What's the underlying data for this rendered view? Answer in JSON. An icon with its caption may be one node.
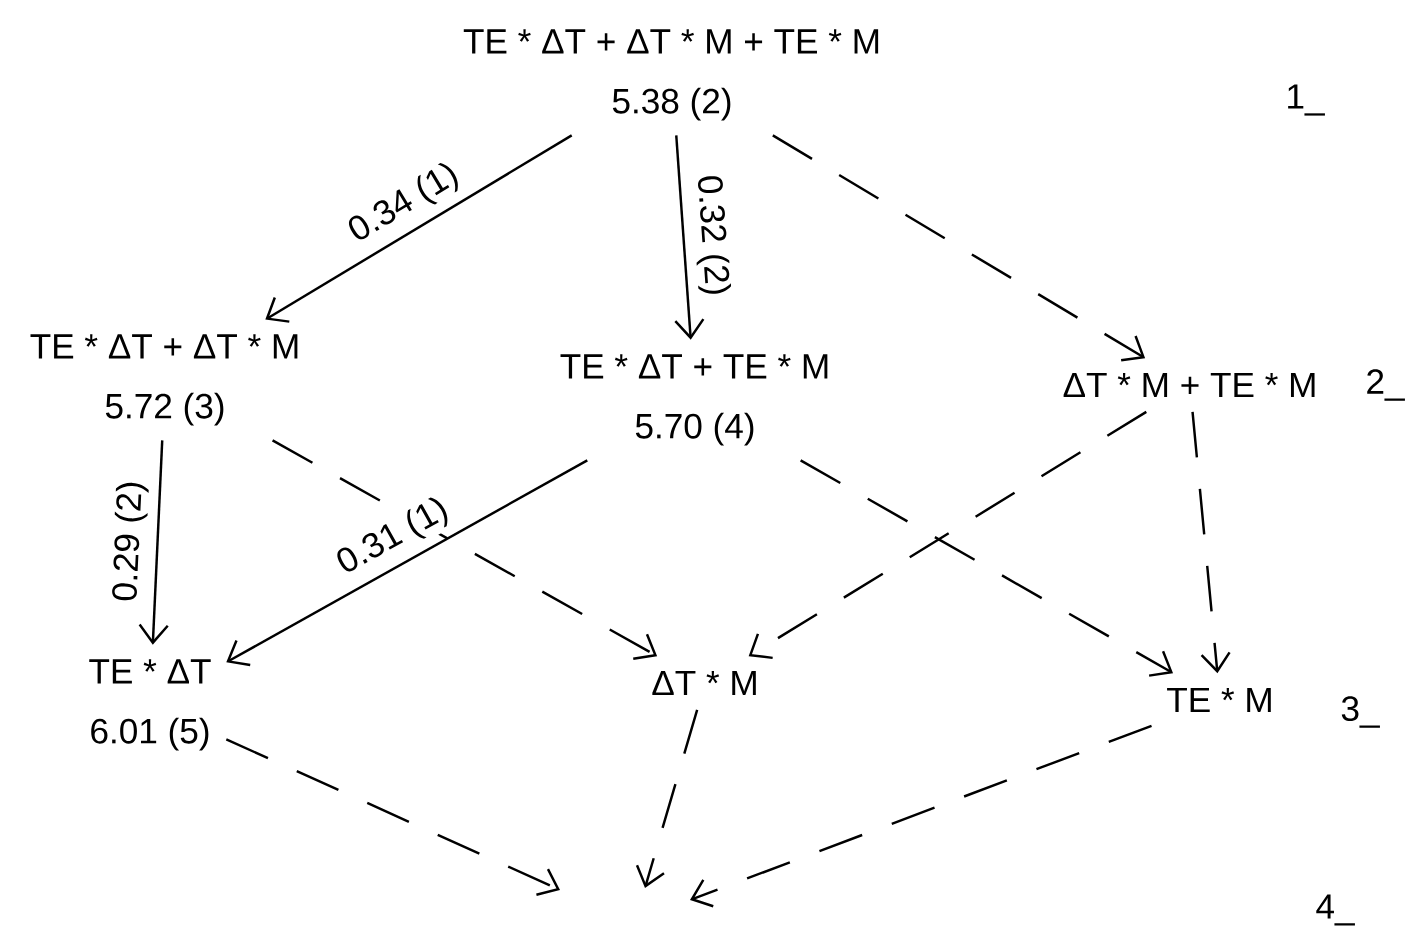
{
  "diagram": {
    "nodes": [
      {
        "text": [
          "TE * ΔT  +  ΔT * M  +  TE * M",
          "5.38 (2)"
        ]
      },
      {
        "text": [
          "TE * ΔT + ΔT * M",
          "5.72 (3)"
        ]
      },
      {
        "text": [
          "TE * ΔT + TE * M",
          "5.70 (4)"
        ]
      },
      {
        "text": [
          "ΔT * M + TE * M"
        ]
      },
      {
        "text": [
          "TE * ΔT",
          "6.01 (5)"
        ]
      },
      {
        "text": [
          "ΔT * M"
        ]
      },
      {
        "text": [
          "TE * M"
        ]
      }
    ],
    "edges": [
      {
        "from": 0,
        "to": 1,
        "arrow": "to",
        "label": "0.34 (1)"
      },
      {
        "from": 0,
        "to": 2,
        "arrow": "to",
        "label": "0.32 (2)"
      },
      {
        "from": 0,
        "to": 3,
        "arrow": "to",
        "style": "dashed"
      },
      {
        "from": 1,
        "to": 4,
        "arrow": "to",
        "label": "0.29 (2)"
      },
      {
        "from": 1,
        "to": 5,
        "arrow": "to",
        "style": "dashed"
      },
      {
        "from": 2,
        "to": 4,
        "arrow": "to",
        "label": "0.31 (1)"
      },
      {
        "from": 2,
        "to": 6,
        "arrow": "to",
        "style": "dashed"
      },
      {
        "from": 3,
        "to": 5,
        "arrow": "to",
        "style": "dashed"
      },
      {
        "from": 3,
        "to": 6,
        "arrow": "to",
        "style": "dashed"
      },
      {
        "from": 4,
        "to": null,
        "arrow": "to",
        "style": "dashed"
      },
      {
        "from": 5,
        "to": null,
        "arrow": "to",
        "style": "dashed"
      },
      {
        "from": 6,
        "to": null,
        "arrow": "to",
        "style": "dashed"
      }
    ],
    "labels": [
      "1_",
      "2_",
      "3_",
      "4_"
    ]
  }
}
